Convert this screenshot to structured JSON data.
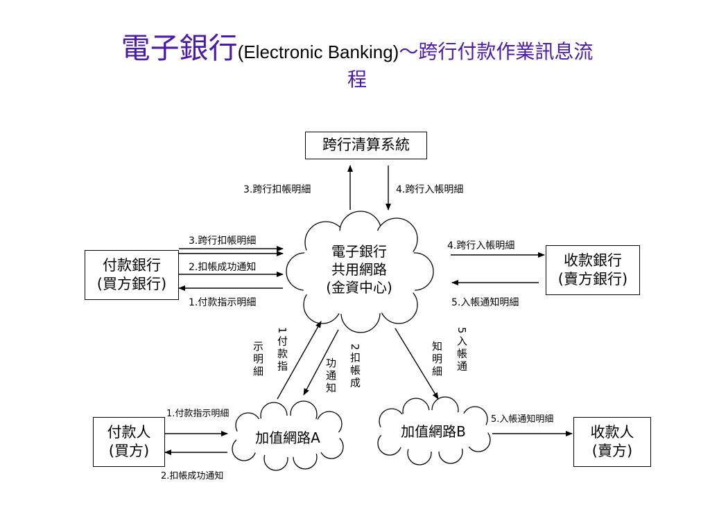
{
  "title": {
    "main": "電子銀行",
    "latin": "(Electronic Banking)",
    "rest": "～跨行付款作業訊息流",
    "last": "程"
  },
  "nodes": {
    "clearing": "跨行清算系統",
    "payer_bank_l1": "付款銀行",
    "payer_bank_l2": "(買方銀行)",
    "payee_bank_l1": "收款銀行",
    "payee_bank_l2": "(賣方銀行)",
    "center_l1": "電子銀行",
    "center_l2": "共用網路",
    "center_l3": "(金資中心)",
    "van_a": "加值網路A",
    "van_b": "加值網路B",
    "payer_l1": "付款人",
    "payer_l2": "(買方)",
    "payee_l1": "收款人",
    "payee_l2": "(賣方)"
  },
  "flows": {
    "top_left": "3.跨行扣帳明細",
    "top_right": "4.跨行入帳明細",
    "left_1": "3.跨行扣帳明細",
    "left_2": "2.扣帳成功通知",
    "left_3": "1.付款指示明細",
    "right_1": "4.跨行入帳明細",
    "right_2": "5.入帳通知明細",
    "v1_a": "1付款指",
    "v1_b": "示明細",
    "v2_a": "2扣帳成",
    "v2_b": "功通知",
    "v5_a": "5入帳通",
    "v5_b": "知明細",
    "bottom_left_1": "1.付款指示明細",
    "bottom_left_2": "2.扣帳成功通知",
    "bottom_right": "5.入帳通知明細"
  }
}
